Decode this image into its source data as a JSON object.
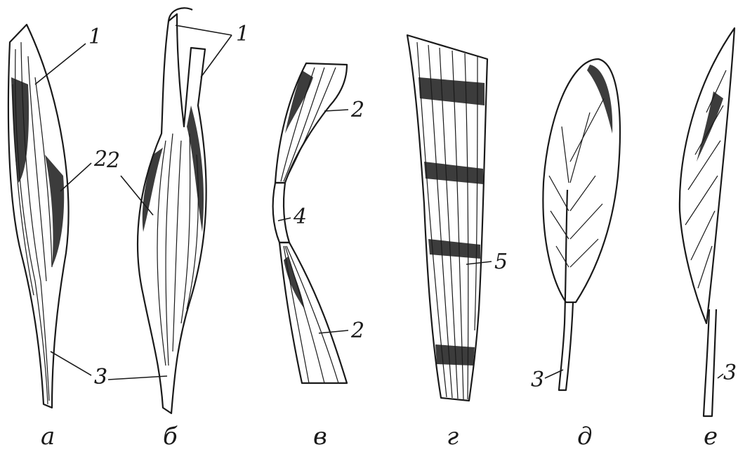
{
  "figure": {
    "panels": [
      {
        "id": "a",
        "label": "а"
      },
      {
        "id": "b",
        "label": "б"
      },
      {
        "id": "v",
        "label": "в"
      },
      {
        "id": "g",
        "label": "г"
      },
      {
        "id": "d",
        "label": "д"
      },
      {
        "id": "e",
        "label": "е"
      }
    ],
    "callouts": {
      "a_1": "1",
      "a_2": "2",
      "a_3": "3",
      "b_1": "1",
      "b_2": "2",
      "b_3": "3",
      "v_2_top": "2",
      "v_4": "4",
      "v_2_bottom": "2",
      "g_5": "5",
      "d_3": "3",
      "e_3": "3"
    }
  }
}
